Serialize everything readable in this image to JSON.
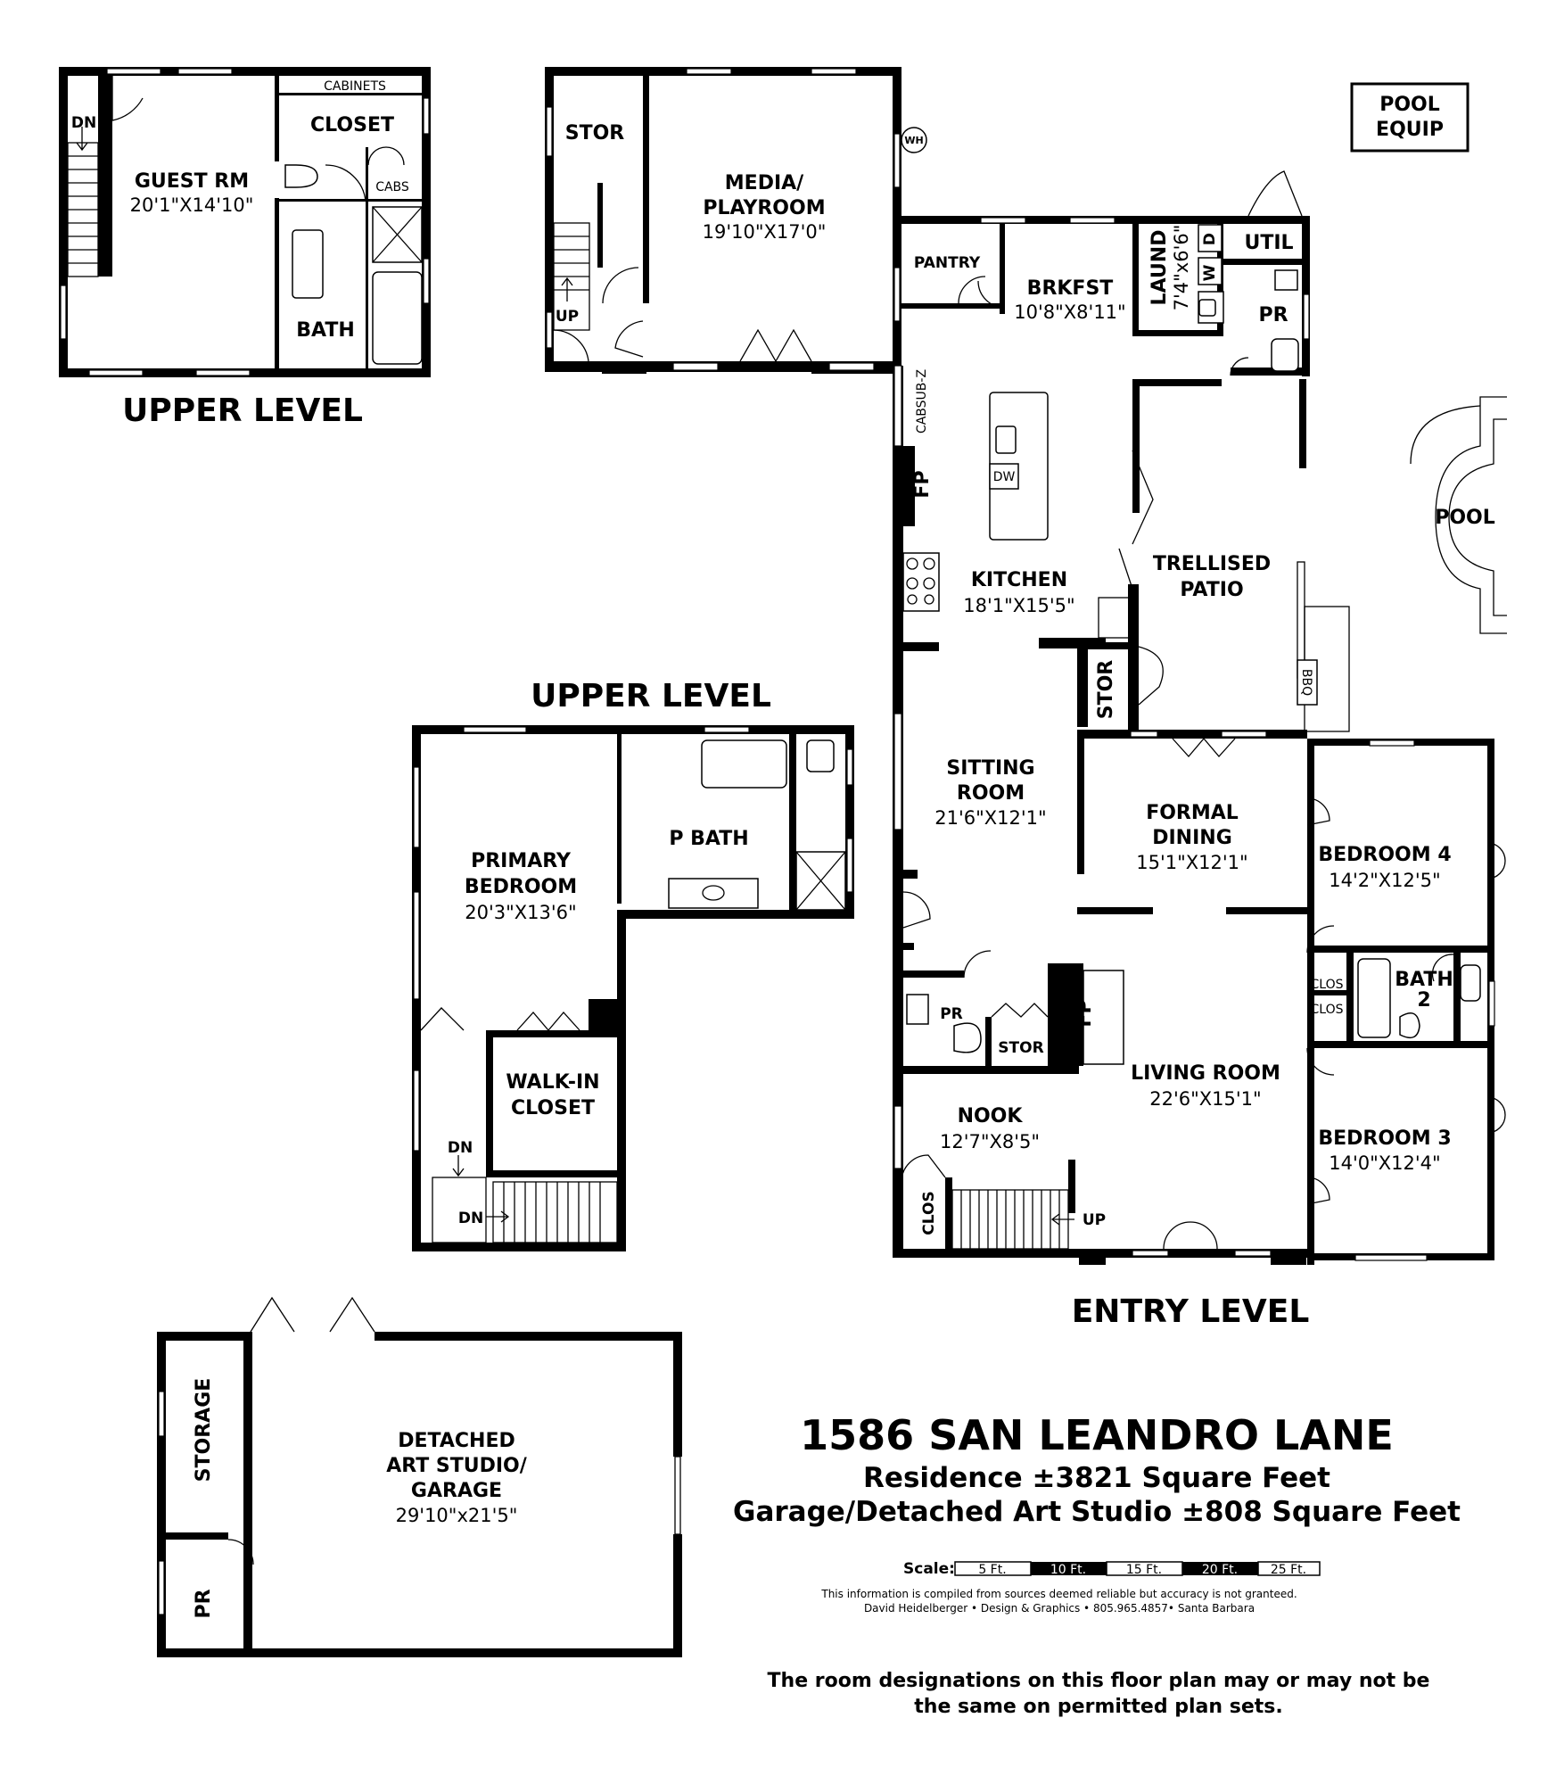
{
  "levels": {
    "guest_upper": "UPPER LEVEL",
    "primary_upper": "UPPER LEVEL",
    "entry": "ENTRY LEVEL"
  },
  "rooms": {
    "guest_rm": {
      "name": "GUEST RM",
      "dim": "20'1\"X14'10\""
    },
    "cabinets": "CABINETS",
    "closet": "CLOSET",
    "cabs": "CABS",
    "bath_upper": "BATH",
    "dn_guest": "DN",
    "stor_media": "STOR",
    "up_media": "UP",
    "media": {
      "name_line1": "MEDIA/",
      "name_line2": "PLAYROOM",
      "dim": "19'10\"X17'0\""
    },
    "wh": "WH",
    "pool_equip": {
      "line1": "POOL",
      "line2": "EQUIP"
    },
    "pantry": "PANTRY",
    "brkfst": {
      "name": "BRKFST",
      "dim": "10'8\"X8'11\""
    },
    "laund": {
      "name": "LAUND",
      "dim": "7'4\"x6'6\""
    },
    "dryer": "D",
    "washer": "W",
    "util": "UTIL",
    "pr_util": "PR",
    "cab_subz": "CABSUB-Z",
    "fp_kitchen": "FP",
    "dw": "DW",
    "kitchen": {
      "name": "KITCHEN",
      "dim": "18'1\"X15'5\""
    },
    "trellised": {
      "line1": "TRELLISED",
      "line2": "PATIO"
    },
    "pool": "POOL",
    "bbq": "BBQ",
    "stor_patio": "STOR",
    "sitting": {
      "name_line1": "SITTING",
      "name_line2": "ROOM",
      "dim": "21'6\"X12'1\""
    },
    "formal": {
      "name_line1": "FORMAL",
      "name_line2": "DINING",
      "dim": "15'1\"X12'1\""
    },
    "bedroom4": {
      "name": "BEDROOM 4",
      "dim": "14'2\"X12'5\""
    },
    "clos_a": "CLOS",
    "clos_b": "CLOS",
    "bath2": {
      "line1": "BATH",
      "line2": "2"
    },
    "pr_entry": "PR",
    "stor_entry": "STOR",
    "fp_living": "FP",
    "living": {
      "name": "LIVING ROOM",
      "dim": "22'6\"X15'1\""
    },
    "nook": {
      "name": "NOOK",
      "dim": "12'7\"X8'5\""
    },
    "bedroom3": {
      "name": "BEDROOM 3",
      "dim": "14'0\"X12'4\""
    },
    "clos_entry": "CLOS",
    "up_entry": "UP",
    "primary": {
      "name_line1": "PRIMARY",
      "name_line2": "BEDROOM",
      "dim": "20'3\"X13'6\""
    },
    "pbath": "P BATH",
    "walkin": {
      "line1": "WALK-IN",
      "line2": "CLOSET"
    },
    "dn_primary_1": "DN",
    "dn_primary_2": "DN",
    "storage": "STORAGE",
    "pr_garage": "PR",
    "studio": {
      "line1": "DETACHED",
      "line2": "ART STUDIO/",
      "line3": "GARAGE",
      "dim": "29'10\"x21'5\""
    }
  },
  "info": {
    "address": "1586 SAN LEANDRO LANE",
    "residence": "Residence ±3821 Square Feet",
    "garage": "Garage/Detached Art Studio ±808 Square Feet",
    "scale_label": "Scale:",
    "scale_ticks": [
      "5 Ft.",
      "10 Ft.",
      "15 Ft.",
      "20 Ft.",
      "25 Ft."
    ],
    "disclaimer_line1": "This information is compiled from sources deemed reliable but accuracy is not granteed.",
    "disclaimer_line2": "David Heidelberger • Design & Graphics • 805.965.4857• Santa Barbara",
    "permit_line1": "The room designations on this floor plan may or may not be",
    "permit_line2": "the same on permitted plan sets."
  }
}
